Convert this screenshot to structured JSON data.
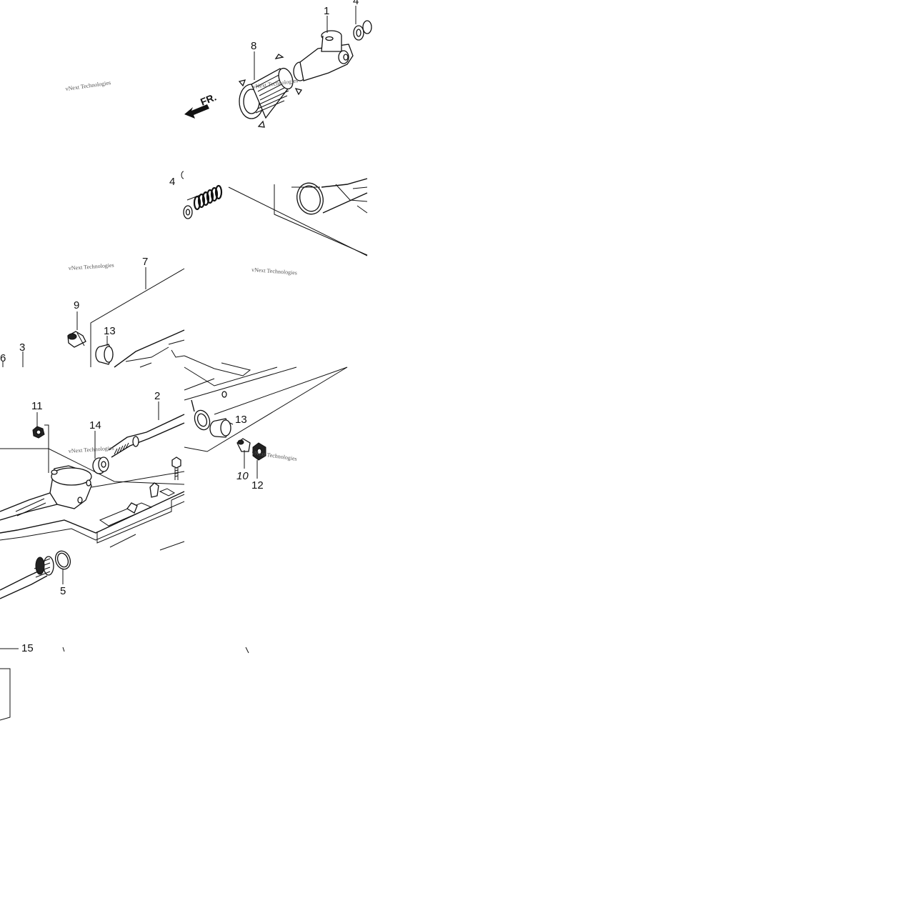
{
  "diagram": {
    "direction_label": "FR.",
    "watermark_text": "vNext Technologies",
    "callouts": [
      {
        "id": "c1",
        "label": "1"
      },
      {
        "id": "c4a",
        "label": "4"
      },
      {
        "id": "c8",
        "label": "8"
      },
      {
        "id": "c4b",
        "label": "4"
      },
      {
        "id": "c7",
        "label": "7"
      },
      {
        "id": "c9",
        "label": "9"
      },
      {
        "id": "c13a",
        "label": "13"
      },
      {
        "id": "c6",
        "label": "6"
      },
      {
        "id": "c3",
        "label": "3"
      },
      {
        "id": "c11",
        "label": "11"
      },
      {
        "id": "c2",
        "label": "2"
      },
      {
        "id": "c14",
        "label": "14"
      },
      {
        "id": "c13b",
        "label": "13"
      },
      {
        "id": "c10",
        "label": "10"
      },
      {
        "id": "c12",
        "label": "12"
      },
      {
        "id": "c5",
        "label": "5"
      },
      {
        "id": "c15",
        "label": "15"
      }
    ]
  }
}
